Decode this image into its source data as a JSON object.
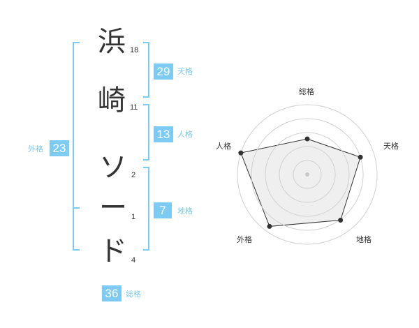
{
  "name_chars": [
    {
      "char": "浜",
      "strokes": "18"
    },
    {
      "char": "崎",
      "strokes": "11"
    },
    {
      "char": "ソ",
      "strokes": "2"
    },
    {
      "char": "ー",
      "strokes": "1"
    },
    {
      "char": "ド",
      "strokes": "4"
    }
  ],
  "fortunes": {
    "tenkaku": {
      "label": "天格",
      "value": "29"
    },
    "jinkaku": {
      "label": "人格",
      "value": "13"
    },
    "chikaku": {
      "label": "地格",
      "value": "7"
    },
    "gaikaku": {
      "label": "外格",
      "value": "23"
    },
    "soukaku": {
      "label": "総格",
      "value": "36"
    }
  },
  "colors": {
    "accent": "#7dcbf3",
    "text": "#333333",
    "grid": "#d0d0d0",
    "fill": "#efefef"
  },
  "chart_data": {
    "type": "radar",
    "axes": [
      "総格",
      "天格",
      "地格",
      "外格",
      "人格"
    ],
    "values": [
      0.51,
      0.8,
      0.81,
      0.92,
      1.0
    ],
    "range": [
      0,
      1
    ]
  }
}
